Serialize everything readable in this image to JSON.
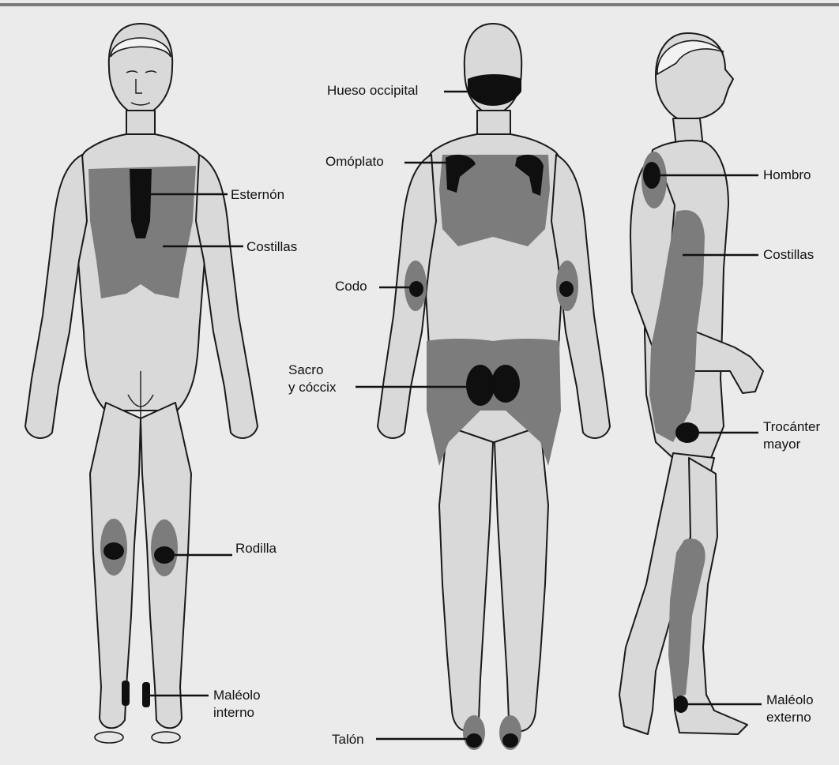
{
  "figure": {
    "colors": {
      "skin": "#d9d9d9",
      "pressure_zone": "#7c7c7c",
      "pressure_point": "#0f0f0f",
      "outline": "#1a1a1a"
    },
    "labels": {
      "esternon": "Esternón",
      "costillas_front": "Costillas",
      "rodilla": "Rodilla",
      "maleolo_interno": "Maléolo\ninterno",
      "hueso_occipital": "Hueso occipital",
      "omoplato": "Omóplato",
      "codo": "Codo",
      "sacro": "Sacro\ny cóccix",
      "talon": "Talón",
      "hombro": "Hombro",
      "costillas_side": "Costillas",
      "trocanter": "Trocánter\nmayor",
      "maleolo_externo": "Maléolo\nexterno"
    }
  }
}
